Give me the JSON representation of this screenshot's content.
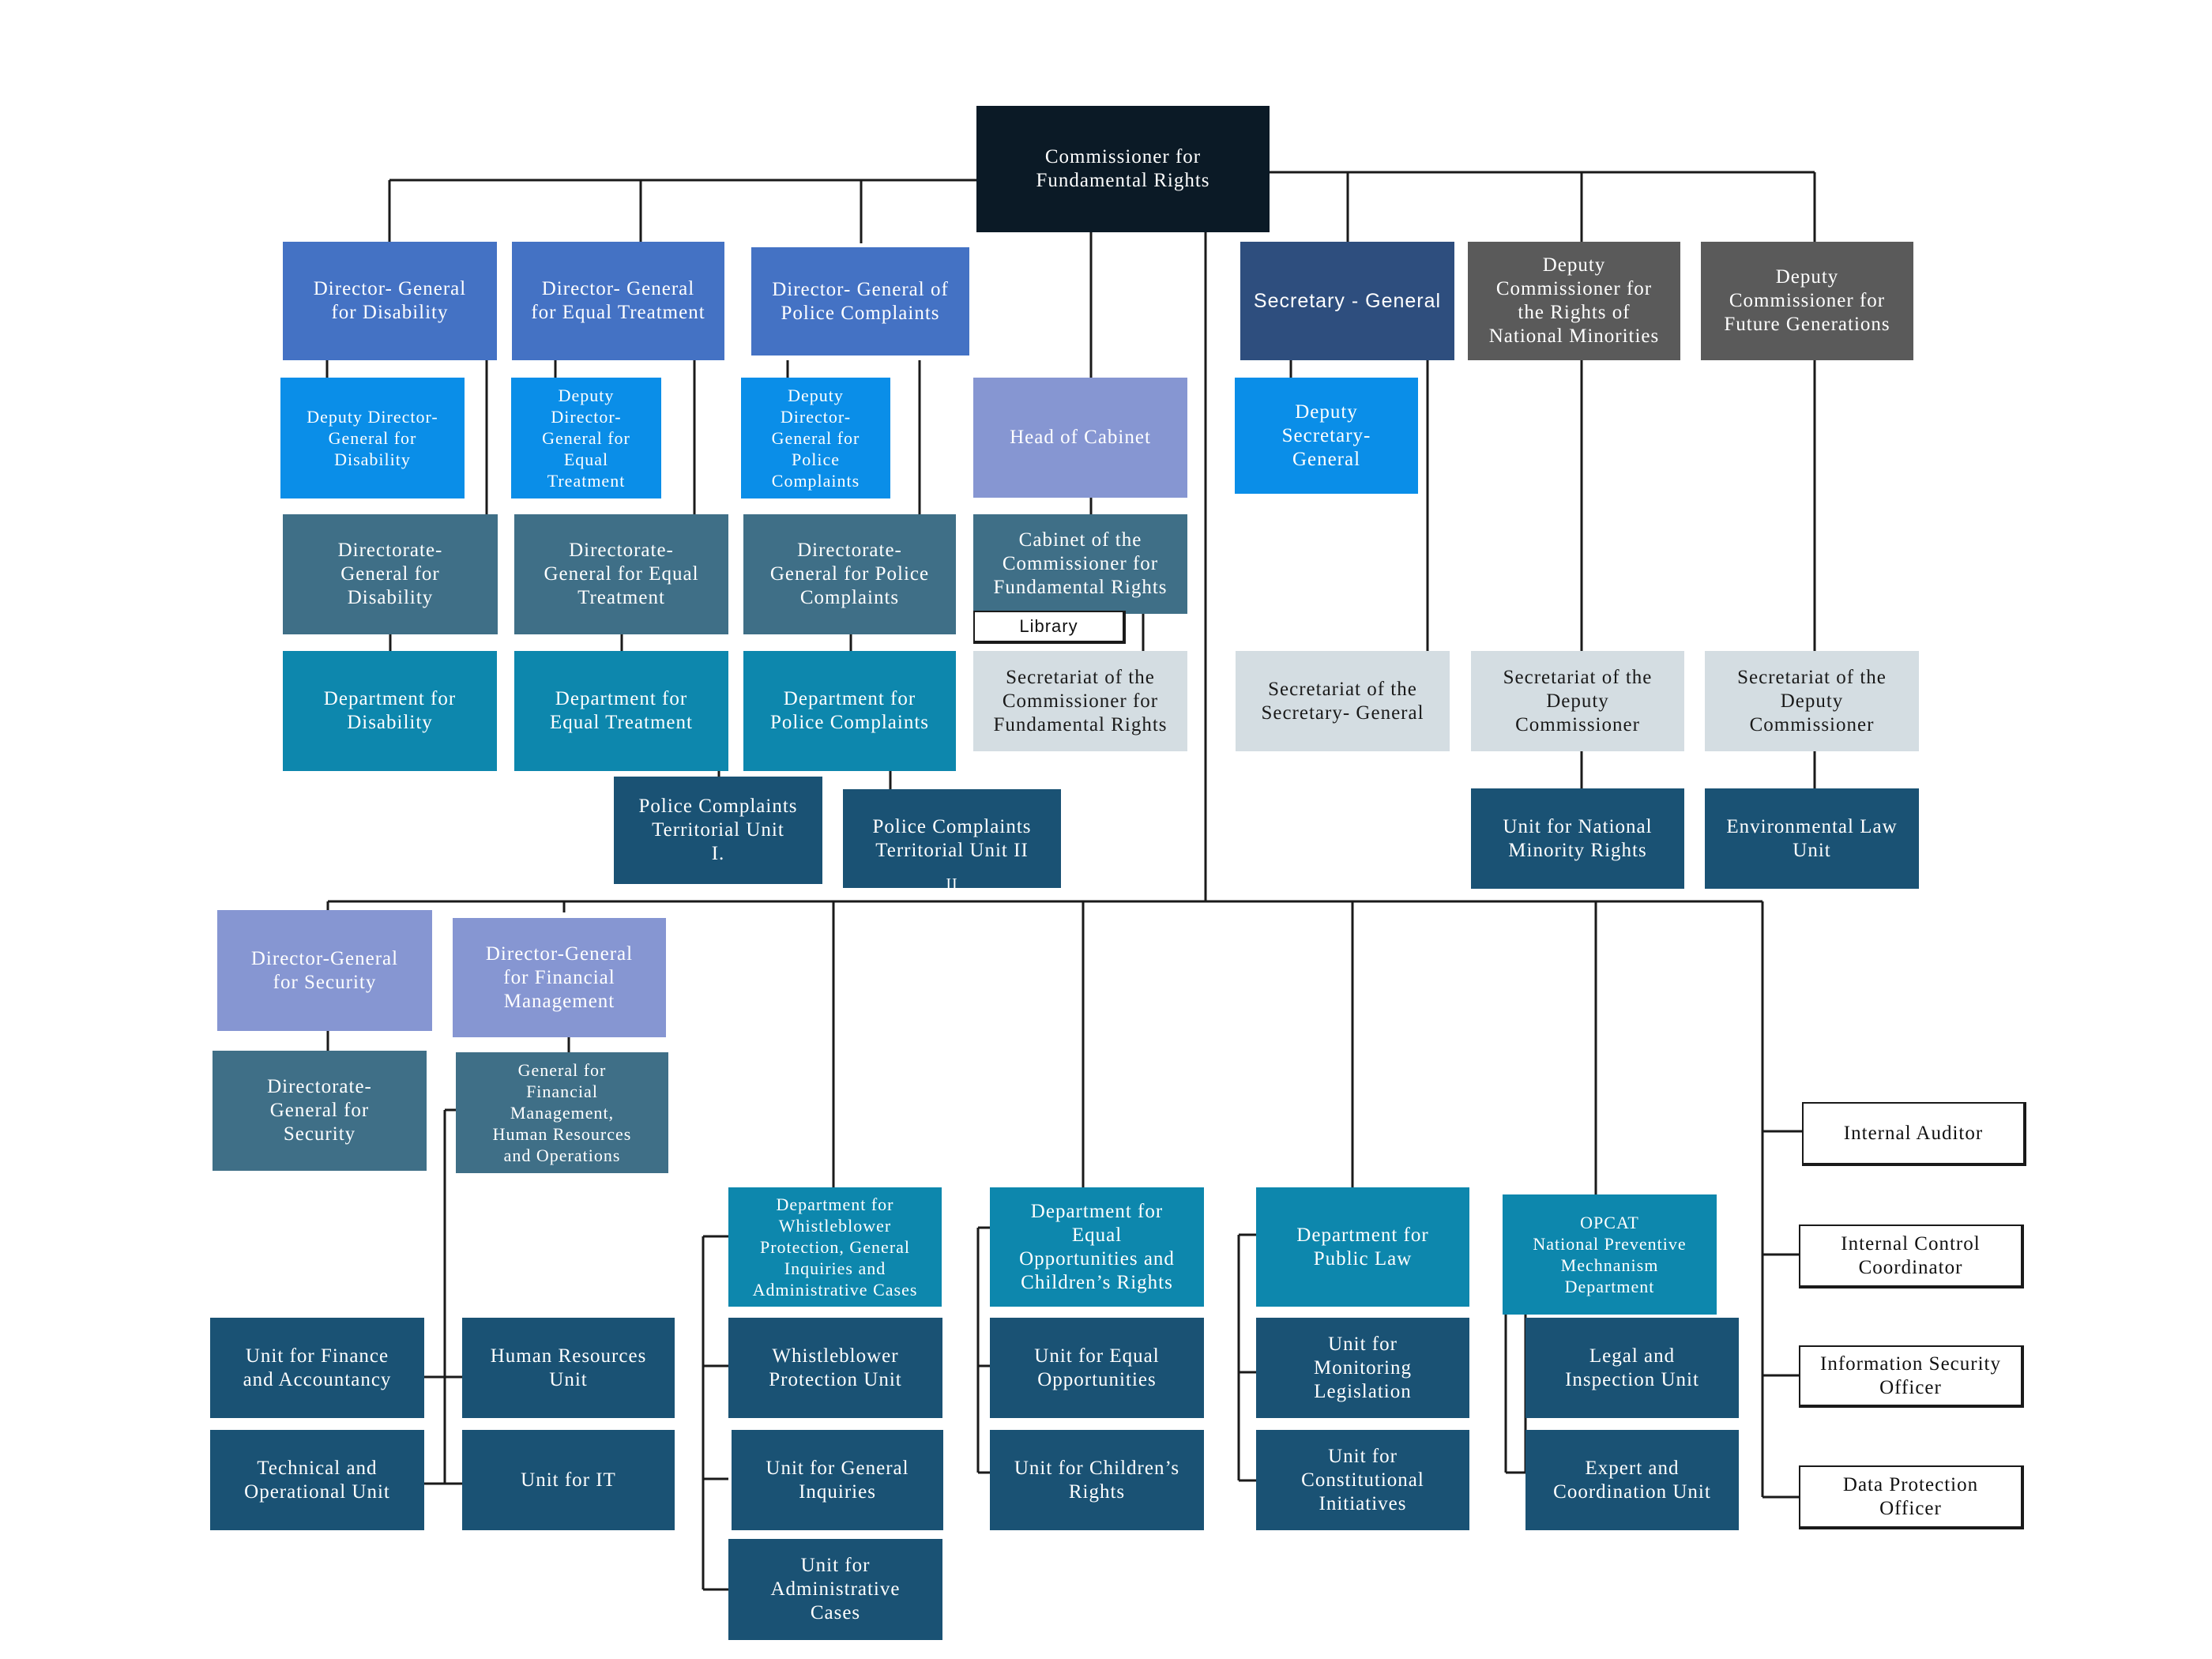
{
  "colors": {
    "black": "#0b1a26",
    "blue": "#4472c4",
    "bright_blue": "#0a8ee8",
    "slate": "#3f6f87",
    "teal": "#0d87ad",
    "navy": "#1a5274",
    "dark_navy": "#2e4e7e",
    "gray": "#5a5a5a",
    "lavender": "#8696d2",
    "light_gray": "#d4dde2",
    "line": "#1a1a1a"
  },
  "nodes": {
    "commissioner": "Commissioner for\nFundamental Rights",
    "dg_disability": "Director- General\nfor Disability",
    "dg_equal": "Director- General\nfor Equal Treatment",
    "dg_police": "Director- General of\nPolice Complaints",
    "secretary_general": "Secretary - General",
    "deputy_minorities": "Deputy\nCommissioner for\nthe Rights of\nNational Minorities",
    "deputy_future": "Deputy\nCommissioner for\nFuture Generations",
    "deputy_dg_disability": "Deputy Director-\nGeneral for\nDisability",
    "deputy_dg_equal": "Deputy\nDirector-\nGeneral for\nEqual\nTreatment",
    "deputy_dg_police": "Deputy\nDirector-\nGeneral for\nPolice\nComplaints",
    "head_cabinet": "Head of Cabinet",
    "deputy_secretary": "Deputy\nSecretary-\nGeneral",
    "directorate_disability": "Directorate-\nGeneral for\nDisability",
    "directorate_equal": "Directorate-\nGeneral for Equal\nTreatment",
    "directorate_police": "Directorate-\nGeneral for Police\nComplaints",
    "cabinet": "Cabinet of the\nCommissioner for\nFundamental Rights",
    "library": "Library",
    "dept_disability": "Department for\nDisability",
    "dept_equal": "Department for\nEqual Treatment",
    "dept_police": "Department for\nPolice Complaints",
    "secretariat_commissioner": "Secretariat of the\nCommissioner for\nFundamental Rights",
    "secretariat_sg": "Secretariat of the\nSecretary- General",
    "secretariat_deputy_1": "Secretariat of the\nDeputy\nCommissioner",
    "secretariat_deputy_2": "Secretariat of the\nDeputy\nCommissioner",
    "police_unit_1": "Police Complaints\nTerritorial Unit\nI.",
    "police_unit_2": "Police Complaints\nTerritorial Unit II",
    "police_unit_2_extra": "II",
    "unit_minority": "Unit for National\nMinority Rights",
    "unit_env": "Environmental Law\nUnit",
    "dg_security": "Director-General\nfor Security",
    "dg_financial": "Director-General\nfor Financial\nManagement",
    "directorate_security": "Directorate-\nGeneral for\nSecurity",
    "directorate_financial": "General for\nFinancial\nManagement,\nHuman Resources\nand Operations",
    "dept_whistleblower": "Department for\nWhistleblower\nProtection, General\nInquiries and\nAdministrative Cases",
    "dept_equal_opp": "Department for\nEqual\nOpportunities and\nChildren’s Rights",
    "dept_public_law": "Department for\nPublic Law",
    "dept_opcat": "OPCAT\nNational Preventive\nMechnanism\nDepartment",
    "internal_auditor": "Internal Auditor",
    "internal_control": "Internal Control\nCoordinator",
    "info_security": "Information Security\nOfficer",
    "data_protection": "Data Protection\nOfficer",
    "unit_finance": "Unit for Finance\nand Accountancy",
    "unit_hr": "Human Resources\nUnit",
    "unit_technical": "Technical and\nOperational Unit",
    "unit_it": "Unit for IT",
    "unit_whistleblower": "Whistleblower\nProtection Unit",
    "unit_general_inquiries": "Unit for General\nInquiries",
    "unit_admin_cases": "Unit for\nAdministrative\nCases",
    "unit_equal_opp": "Unit for Equal\nOpportunities",
    "unit_children": "Unit for Children’s\nRights",
    "unit_monitoring": "Unit for\nMonitoring\nLegislation",
    "unit_constitutional": "Unit for\nConstitutional\nInitiatives",
    "unit_legal_inspection": "Legal and\nInspection Unit",
    "unit_expert": "Expert and\nCoordination Unit"
  }
}
